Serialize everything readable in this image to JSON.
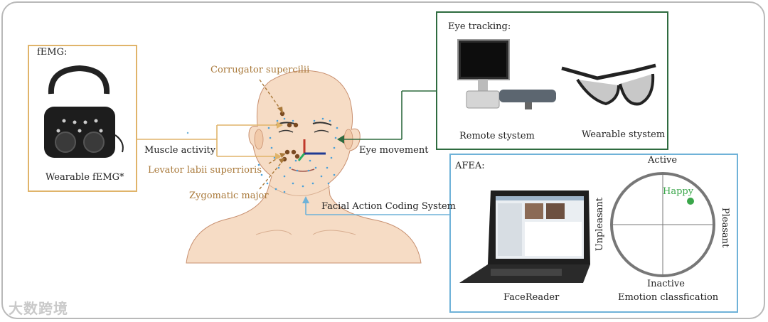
{
  "femg": {
    "title": "fEMG:",
    "device_caption": "Wearable fEMG*"
  },
  "eye_tracking": {
    "title": "Eye tracking:",
    "remote_caption": "Remote stystem",
    "wearable_caption": "Wearable stystem"
  },
  "afea": {
    "title": "AFEA:",
    "facereader_caption": "FaceReader",
    "circumplex": {
      "top": "Active",
      "bottom": "Inactive",
      "left": "Unpleasant",
      "right": "Pleasant",
      "point_label": "Happy"
    },
    "classification_caption": "Emotion classfication"
  },
  "face": {
    "muscles": [
      "Corrugator supercilii",
      "Levator labii superrioris",
      "Zygomatic major"
    ],
    "muscle_activity": "Muscle activity",
    "eye_movement": "Eye movement",
    "facs": "Facial Action Coding System"
  },
  "watermark": "大数跨境",
  "colors": {
    "femg": "#e0b46a",
    "eye": "#2e6b3f",
    "afea": "#6fb2d8",
    "muscle_text": "#a9793a",
    "happy": "#3aa64a"
  }
}
